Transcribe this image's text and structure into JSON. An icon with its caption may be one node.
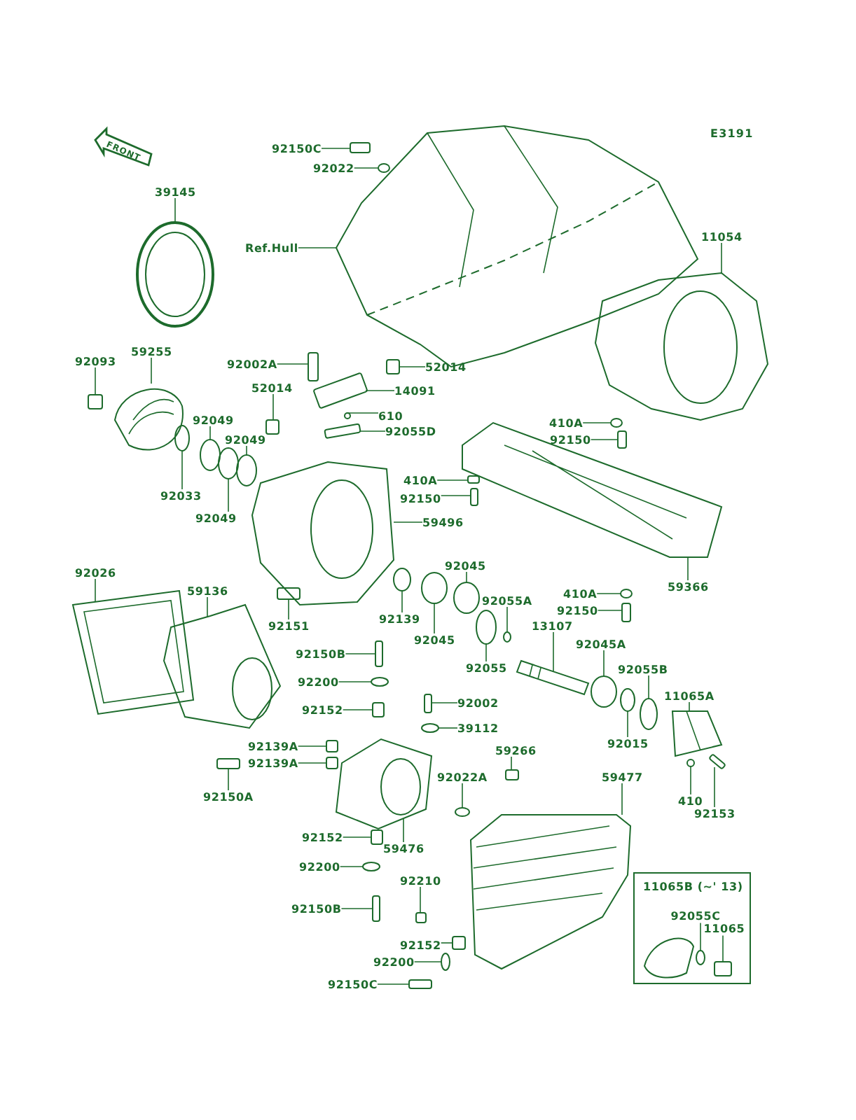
{
  "diagram": {
    "nodes": [
      {
        "text": [
          "92150C"
        ]
      },
      {
        "text": [
          "92022"
        ]
      },
      {
        "text": [
          "39145"
        ]
      },
      {
        "text": [
          "Ref.Hull"
        ]
      },
      {
        "text": [
          "11054"
        ]
      },
      {
        "text": [
          "92093"
        ]
      },
      {
        "text": [
          "59255"
        ]
      },
      {
        "text": [
          "92002A"
        ]
      },
      {
        "text": [
          "52014"
        ]
      },
      {
        "text": [
          "52014"
        ]
      },
      {
        "text": [
          "14091"
        ]
      },
      {
        "text": [
          "610"
        ]
      },
      {
        "text": [
          "92055D"
        ]
      },
      {
        "text": [
          "92049"
        ]
      },
      {
        "text": [
          "92049"
        ]
      },
      {
        "text": [
          "92033"
        ]
      },
      {
        "text": [
          "92049"
        ]
      },
      {
        "text": [
          "410A"
        ]
      },
      {
        "text": [
          "92150"
        ]
      },
      {
        "text": [
          "59496"
        ]
      },
      {
        "text": [
          "92026"
        ]
      },
      {
        "text": [
          "59136"
        ]
      },
      {
        "text": [
          "92045"
        ]
      },
      {
        "text": [
          "92139"
        ]
      },
      {
        "text": [
          "92045"
        ]
      },
      {
        "text": [
          "92151"
        ]
      },
      {
        "text": [
          "410A"
        ]
      },
      {
        "text": [
          "92150"
        ]
      },
      {
        "text": [
          "59366"
        ]
      },
      {
        "text": [
          "410A"
        ]
      },
      {
        "text": [
          "92150"
        ]
      },
      {
        "text": [
          "92055A"
        ]
      },
      {
        "text": [
          "92055"
        ]
      },
      {
        "text": [
          "13107"
        ]
      },
      {
        "text": [
          "92045A"
        ]
      },
      {
        "text": [
          "92055B"
        ]
      },
      {
        "text": [
          "11065A"
        ]
      },
      {
        "text": [
          "92015"
        ]
      },
      {
        "text": [
          "92150B"
        ]
      },
      {
        "text": [
          "92200"
        ]
      },
      {
        "text": [
          "92152"
        ]
      },
      {
        "text": [
          "92002"
        ]
      },
      {
        "text": [
          "39112"
        ]
      },
      {
        "text": [
          "92139A"
        ]
      },
      {
        "text": [
          "92139A"
        ]
      },
      {
        "text": [
          "92150A"
        ]
      },
      {
        "text": [
          "59266"
        ]
      },
      {
        "text": [
          "92022A"
        ]
      },
      {
        "text": [
          "59477"
        ]
      },
      {
        "text": [
          "410"
        ]
      },
      {
        "text": [
          "92153"
        ]
      },
      {
        "text": [
          "92152"
        ]
      },
      {
        "text": [
          "59476"
        ]
      },
      {
        "text": [
          "92200"
        ]
      },
      {
        "text": [
          "92210"
        ]
      },
      {
        "text": [
          "92150B"
        ]
      },
      {
        "text": [
          "11065B (~' 13)"
        ]
      },
      {
        "text": [
          "92055C"
        ],
        "in": 56
      },
      {
        "text": [
          "11065"
        ],
        "in": 56
      },
      {
        "text": [
          "92152"
        ]
      },
      {
        "text": [
          "92200"
        ]
      },
      {
        "text": [
          "92150C"
        ]
      },
      {
        "text": [],
        "shape": "box"
      },
      {
        "text": [],
        "shape": "circle"
      },
      {
        "text": [],
        "shape": "picture"
      },
      {
        "text": [],
        "shape": "picture"
      },
      {
        "text": [],
        "shape": "picture"
      },
      {
        "text": [],
        "shape": "box"
      },
      {
        "text": [],
        "shape": "picture"
      },
      {
        "text": [],
        "shape": "box"
      },
      {
        "text": [],
        "shape": "box"
      },
      {
        "text": [],
        "shape": "box"
      },
      {
        "text": [],
        "shape": "box"
      },
      {
        "text": [],
        "shape": "circle"
      },
      {
        "text": [],
        "shape": "box"
      },
      {
        "text": [],
        "shape": "circle"
      },
      {
        "text": [],
        "shape": "circle"
      },
      {
        "text": [],
        "shape": "circle"
      },
      {
        "text": [],
        "shape": "circle"
      },
      {
        "text": [],
        "shape": "box"
      },
      {
        "text": [],
        "shape": "box"
      },
      {
        "text": [],
        "shape": "picture"
      },
      {
        "text": [],
        "shape": "picture"
      },
      {
        "text": [],
        "shape": "picture"
      },
      {
        "text": [],
        "shape": "circle"
      },
      {
        "text": [],
        "shape": "circle"
      },
      {
        "text": [],
        "shape": "circle"
      },
      {
        "text": [],
        "shape": "box"
      },
      {
        "text": [],
        "shape": "circle"
      },
      {
        "text": [],
        "shape": "box"
      },
      {
        "text": [],
        "shape": "picture"
      },
      {
        "text": [],
        "shape": "circle"
      },
      {
        "text": [],
        "shape": "box"
      },
      {
        "text": [],
        "shape": "circle"
      },
      {
        "text": [],
        "shape": "circle"
      },
      {
        "text": [],
        "shape": "picture"
      },
      {
        "text": [],
        "shape": "circle"
      },
      {
        "text": [],
        "shape": "circle"
      },
      {
        "text": [],
        "shape": "picture"
      },
      {
        "text": [],
        "shape": "circle"
      },
      {
        "text": [],
        "shape": "box"
      },
      {
        "text": [],
        "shape": "circle"
      },
      {
        "text": [],
        "shape": "box"
      },
      {
        "text": [],
        "shape": "box"
      },
      {
        "text": [],
        "shape": "circle"
      },
      {
        "text": [],
        "shape": "box"
      },
      {
        "text": [],
        "shape": "box"
      },
      {
        "text": [],
        "shape": "box"
      },
      {
        "text": [],
        "shape": "box"
      },
      {
        "text": [],
        "shape": "circle"
      },
      {
        "text": [],
        "shape": "picture"
      },
      {
        "text": [],
        "shape": "circle"
      },
      {
        "text": [],
        "shape": "box"
      },
      {
        "text": [],
        "shape": "box"
      },
      {
        "text": [],
        "shape": "picture"
      },
      {
        "text": [],
        "shape": "circle"
      },
      {
        "text": [],
        "shape": "box"
      },
      {
        "text": [],
        "shape": "box"
      },
      {
        "text": [],
        "shape": "circle",
        "in": 56
      },
      {
        "text": [],
        "shape": "box",
        "in": 56
      },
      {
        "text": [],
        "shape": "box"
      },
      {
        "text": [],
        "shape": "circle"
      },
      {
        "text": [],
        "shape": "box"
      }
    ],
    "edges": [
      {
        "from": 0,
        "to": 62,
        "arrow": "none"
      },
      {
        "from": 1,
        "to": 63,
        "arrow": "none"
      },
      {
        "from": 2,
        "to": 64,
        "arrow": "none"
      },
      {
        "from": 3,
        "to": 65,
        "arrow": "none"
      },
      {
        "from": 4,
        "to": 66,
        "arrow": "none"
      },
      {
        "from": 5,
        "to": 67,
        "arrow": "none"
      },
      {
        "from": 6,
        "to": 68,
        "arrow": "none"
      },
      {
        "from": 7,
        "to": 69,
        "arrow": "none"
      },
      {
        "from": 8,
        "to": 70,
        "arrow": "none"
      },
      {
        "from": 9,
        "to": 71,
        "arrow": "none"
      },
      {
        "from": 10,
        "to": 72,
        "arrow": "none"
      },
      {
        "from": 11,
        "to": 73,
        "arrow": "none"
      },
      {
        "from": 12,
        "to": 74,
        "arrow": "none"
      },
      {
        "from": 13,
        "to": 75,
        "arrow": "none"
      },
      {
        "from": 14,
        "to": 76,
        "arrow": "none"
      },
      {
        "from": 15,
        "to": 77,
        "arrow": "none"
      },
      {
        "from": 16,
        "to": 78,
        "arrow": "none"
      },
      {
        "from": 17,
        "to": 79,
        "arrow": "none"
      },
      {
        "from": 18,
        "to": 80,
        "arrow": "none"
      },
      {
        "from": 19,
        "to": 81,
        "arrow": "none"
      },
      {
        "from": 20,
        "to": 82,
        "arrow": "none"
      },
      {
        "from": 21,
        "to": 83,
        "arrow": "none"
      },
      {
        "from": 22,
        "to": 84,
        "arrow": "none"
      },
      {
        "from": 23,
        "to": 85,
        "arrow": "none"
      },
      {
        "from": 24,
        "to": 86,
        "arrow": "none"
      },
      {
        "from": 25,
        "to": 87,
        "arrow": "none"
      },
      {
        "from": 26,
        "to": 88,
        "arrow": "none"
      },
      {
        "from": 27,
        "to": 89,
        "arrow": "none"
      },
      {
        "from": 28,
        "to": 90,
        "arrow": "none"
      },
      {
        "from": 29,
        "to": 91,
        "arrow": "none"
      },
      {
        "from": 30,
        "to": 92,
        "arrow": "none"
      },
      {
        "from": 31,
        "to": 93,
        "arrow": "none"
      },
      {
        "from": 32,
        "to": 94,
        "arrow": "none"
      },
      {
        "from": 33,
        "to": 95,
        "arrow": "none"
      },
      {
        "from": 34,
        "to": 96,
        "arrow": "none"
      },
      {
        "from": 35,
        "to": 97,
        "arrow": "none"
      },
      {
        "from": 36,
        "to": 98,
        "arrow": "none"
      },
      {
        "from": 37,
        "to": 99,
        "arrow": "none"
      },
      {
        "from": 38,
        "to": 100,
        "arrow": "none"
      },
      {
        "from": 39,
        "to": 101,
        "arrow": "none"
      },
      {
        "from": 40,
        "to": 102,
        "arrow": "none"
      },
      {
        "from": 41,
        "to": 103,
        "arrow": "none"
      },
      {
        "from": 42,
        "to": 104,
        "arrow": "none"
      },
      {
        "from": 43,
        "to": 105,
        "arrow": "none"
      },
      {
        "from": 44,
        "to": 106,
        "arrow": "none"
      },
      {
        "from": 45,
        "to": 107,
        "arrow": "none"
      },
      {
        "from": 46,
        "to": 108,
        "arrow": "none"
      },
      {
        "from": 47,
        "to": 109,
        "arrow": "none"
      },
      {
        "from": 48,
        "to": 110,
        "arrow": "none"
      },
      {
        "from": 49,
        "to": 111,
        "arrow": "none"
      },
      {
        "from": 50,
        "to": 112,
        "arrow": "none"
      },
      {
        "from": 51,
        "to": 113,
        "arrow": "none"
      },
      {
        "from": 52,
        "to": 114,
        "arrow": "none"
      },
      {
        "from": 53,
        "to": 115,
        "arrow": "none"
      },
      {
        "from": 54,
        "to": 116,
        "arrow": "none"
      },
      {
        "from": 55,
        "to": 117,
        "arrow": "none"
      },
      {
        "from": 57,
        "to": 118,
        "arrow": "none"
      },
      {
        "from": 58,
        "to": 119,
        "arrow": "none"
      },
      {
        "from": 59,
        "to": 120,
        "arrow": "none"
      },
      {
        "from": 60,
        "to": 121,
        "arrow": "none"
      },
      {
        "from": 61,
        "to": 122,
        "arrow": "none"
      }
    ],
    "labels": [
      "E3191",
      "FRONT"
    ]
  }
}
